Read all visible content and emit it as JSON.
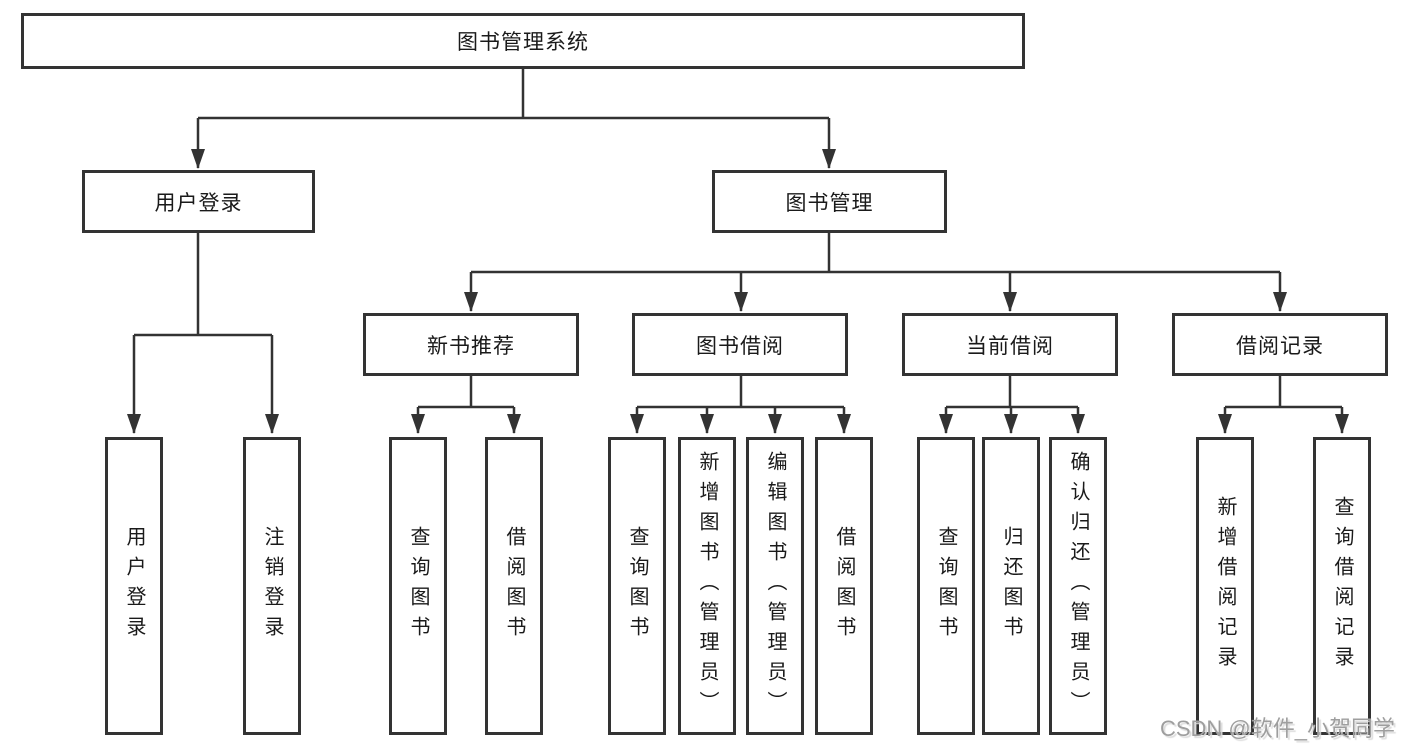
{
  "diagram_type": "hierarchy-tree",
  "colors": {
    "line": "#333333",
    "box_border": "#333333",
    "text": "#1a1a1a",
    "watermark": "#9e9e9e",
    "background": "#ffffff"
  },
  "tree": {
    "root": {
      "label": "图书管理系统",
      "children": [
        {
          "label": "用户登录",
          "children": [
            {
              "label": "用户登录"
            },
            {
              "label": "注销登录"
            }
          ]
        },
        {
          "label": "图书管理",
          "children": [
            {
              "label": "新书推荐",
              "children": [
                {
                  "label": "查询图书"
                },
                {
                  "label": "借阅图书"
                }
              ]
            },
            {
              "label": "图书借阅",
              "children": [
                {
                  "label": "查询图书"
                },
                {
                  "label": "新增图书（管理员）"
                },
                {
                  "label": "编辑图书（管理员）"
                },
                {
                  "label": "借阅图书"
                }
              ]
            },
            {
              "label": "当前借阅",
              "children": [
                {
                  "label": "查询图书"
                },
                {
                  "label": "归还图书"
                },
                {
                  "label": "确认归还（管理员）"
                }
              ]
            },
            {
              "label": "借阅记录",
              "children": [
                {
                  "label": "新增借阅记录"
                },
                {
                  "label": "查询借阅记录"
                }
              ]
            }
          ]
        }
      ]
    }
  },
  "watermark": {
    "text": "CSDN @软件_小贺同学"
  }
}
